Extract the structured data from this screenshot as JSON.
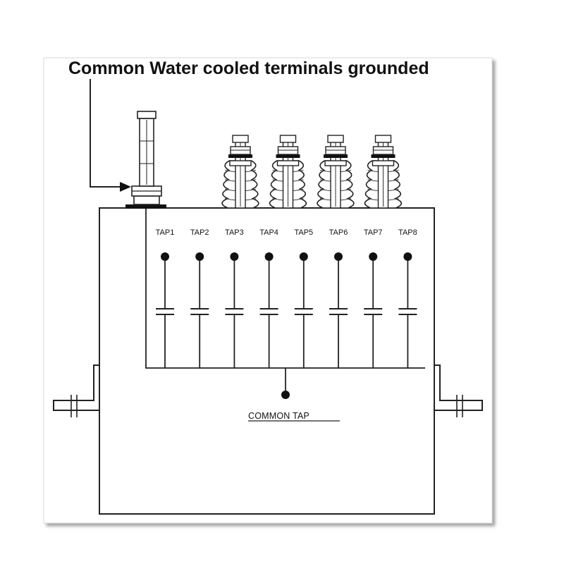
{
  "diagram": {
    "title": "Common Water cooled terminals grounded",
    "taps": [
      "TAP1",
      "TAP2",
      "TAP3",
      "TAP4",
      "TAP5",
      "TAP6",
      "TAP7",
      "TAP8"
    ],
    "common_tap_label": "COMMON TAP",
    "bushing_count": 4
  }
}
